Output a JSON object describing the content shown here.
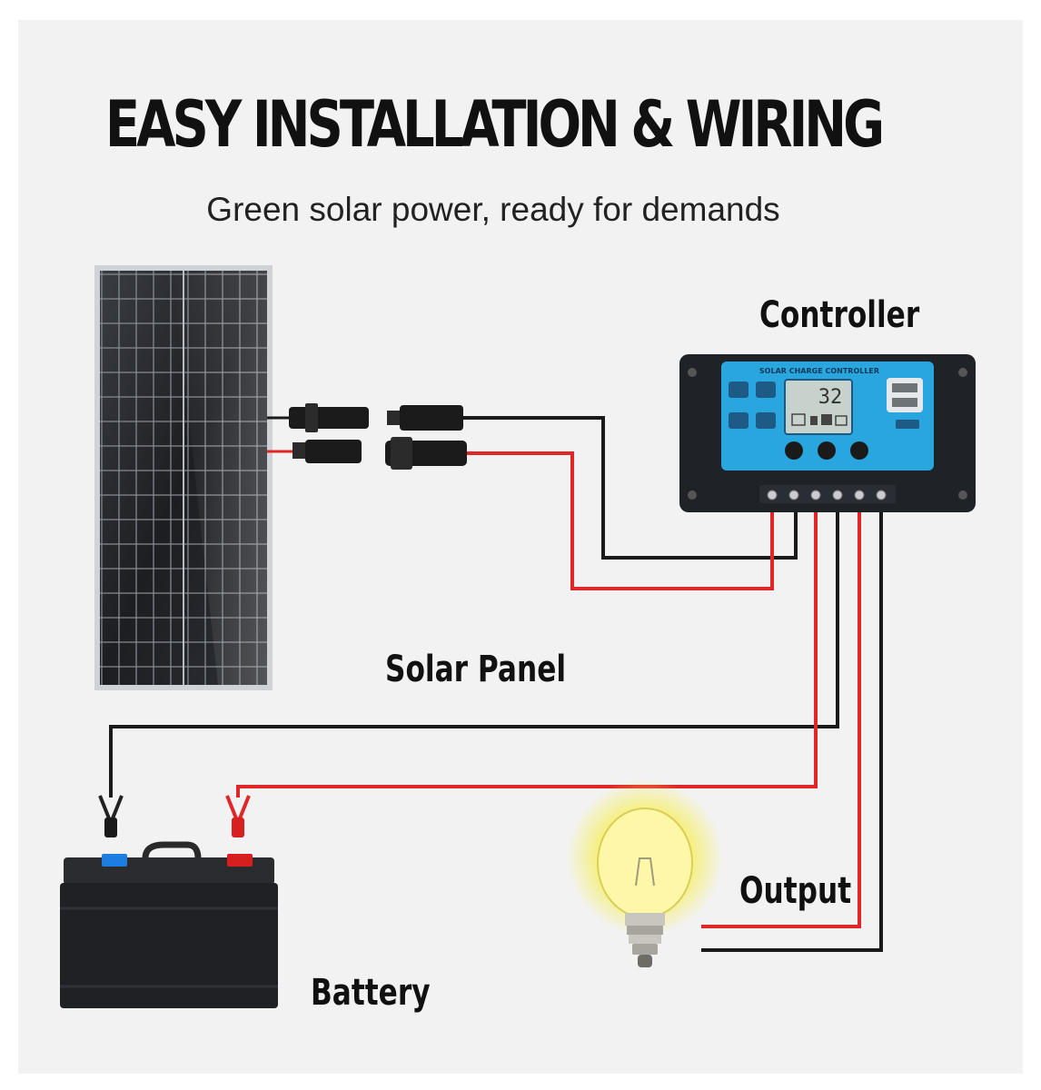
{
  "title": "EASY INSTALLATION & WIRING",
  "subtitle": "Green solar power, ready for demands",
  "labels": {
    "controller": "Controller",
    "solar_panel": "Solar Panel",
    "battery": "Battery",
    "output": "Output"
  },
  "controller_display": {
    "brand_text": "SOLAR CHARGE CONTROLLER",
    "lcd_value": "32"
  },
  "colors": {
    "background": "#f2f2f2",
    "positive_wire": "#e02626",
    "negative_wire": "#1a1a1a",
    "controller_panel": "#2aa6df",
    "bulb_glow": "#f7ef5a"
  }
}
